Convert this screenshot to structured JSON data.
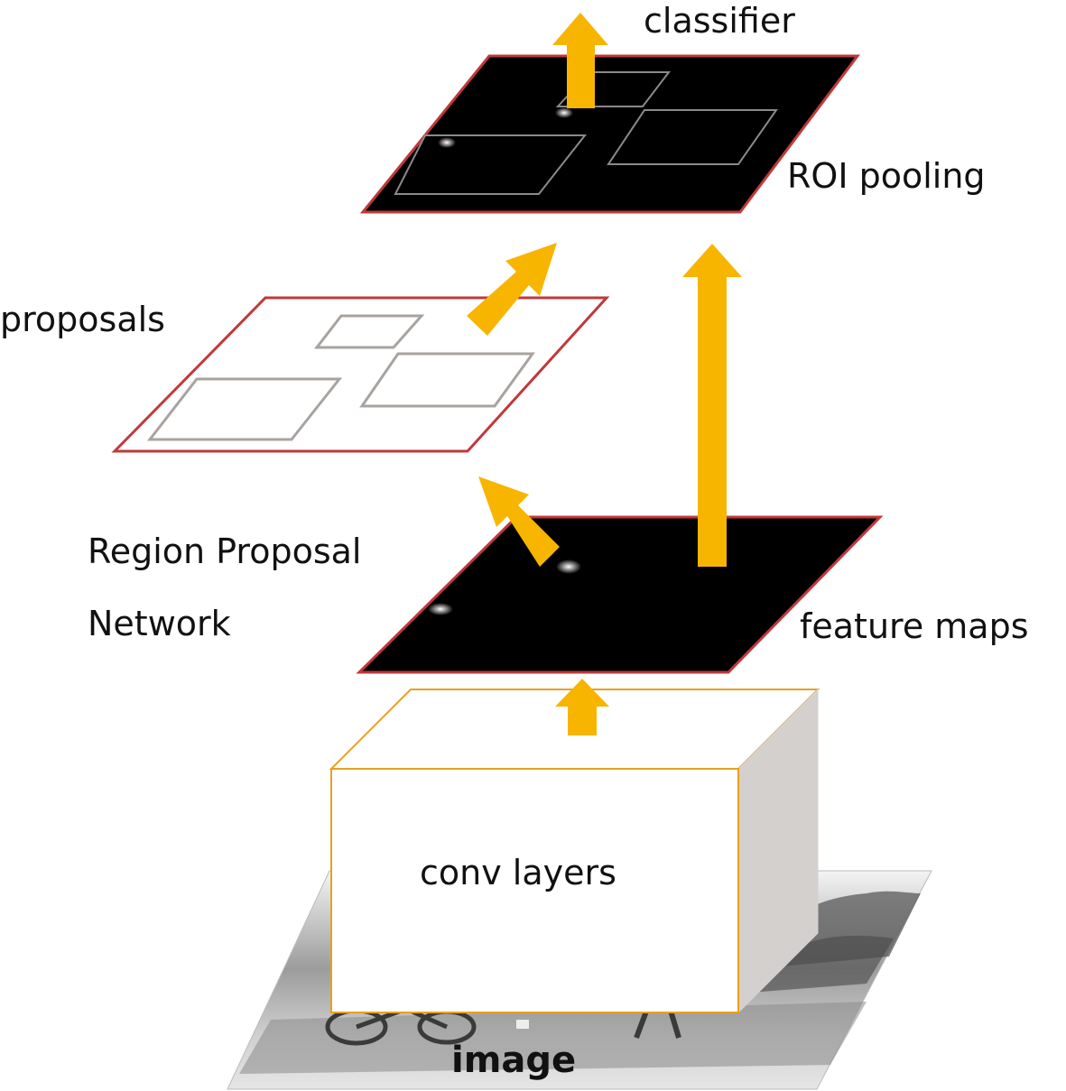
{
  "labels": {
    "classifier": "classifier",
    "roi_pooling": "ROI pooling",
    "proposals": "proposals",
    "rpn_line1": "Region Proposal",
    "rpn_line2": "Network",
    "feature_maps": "feature maps",
    "conv_layers": "conv layers",
    "image": "image"
  },
  "colors": {
    "arrow": "#F7B500",
    "plane_border": "#C0393B",
    "plane_dark": "#000000",
    "box_edge": "#E8A020",
    "box_side": "#D4D0CD",
    "proposal_box": "#A8A39F"
  }
}
